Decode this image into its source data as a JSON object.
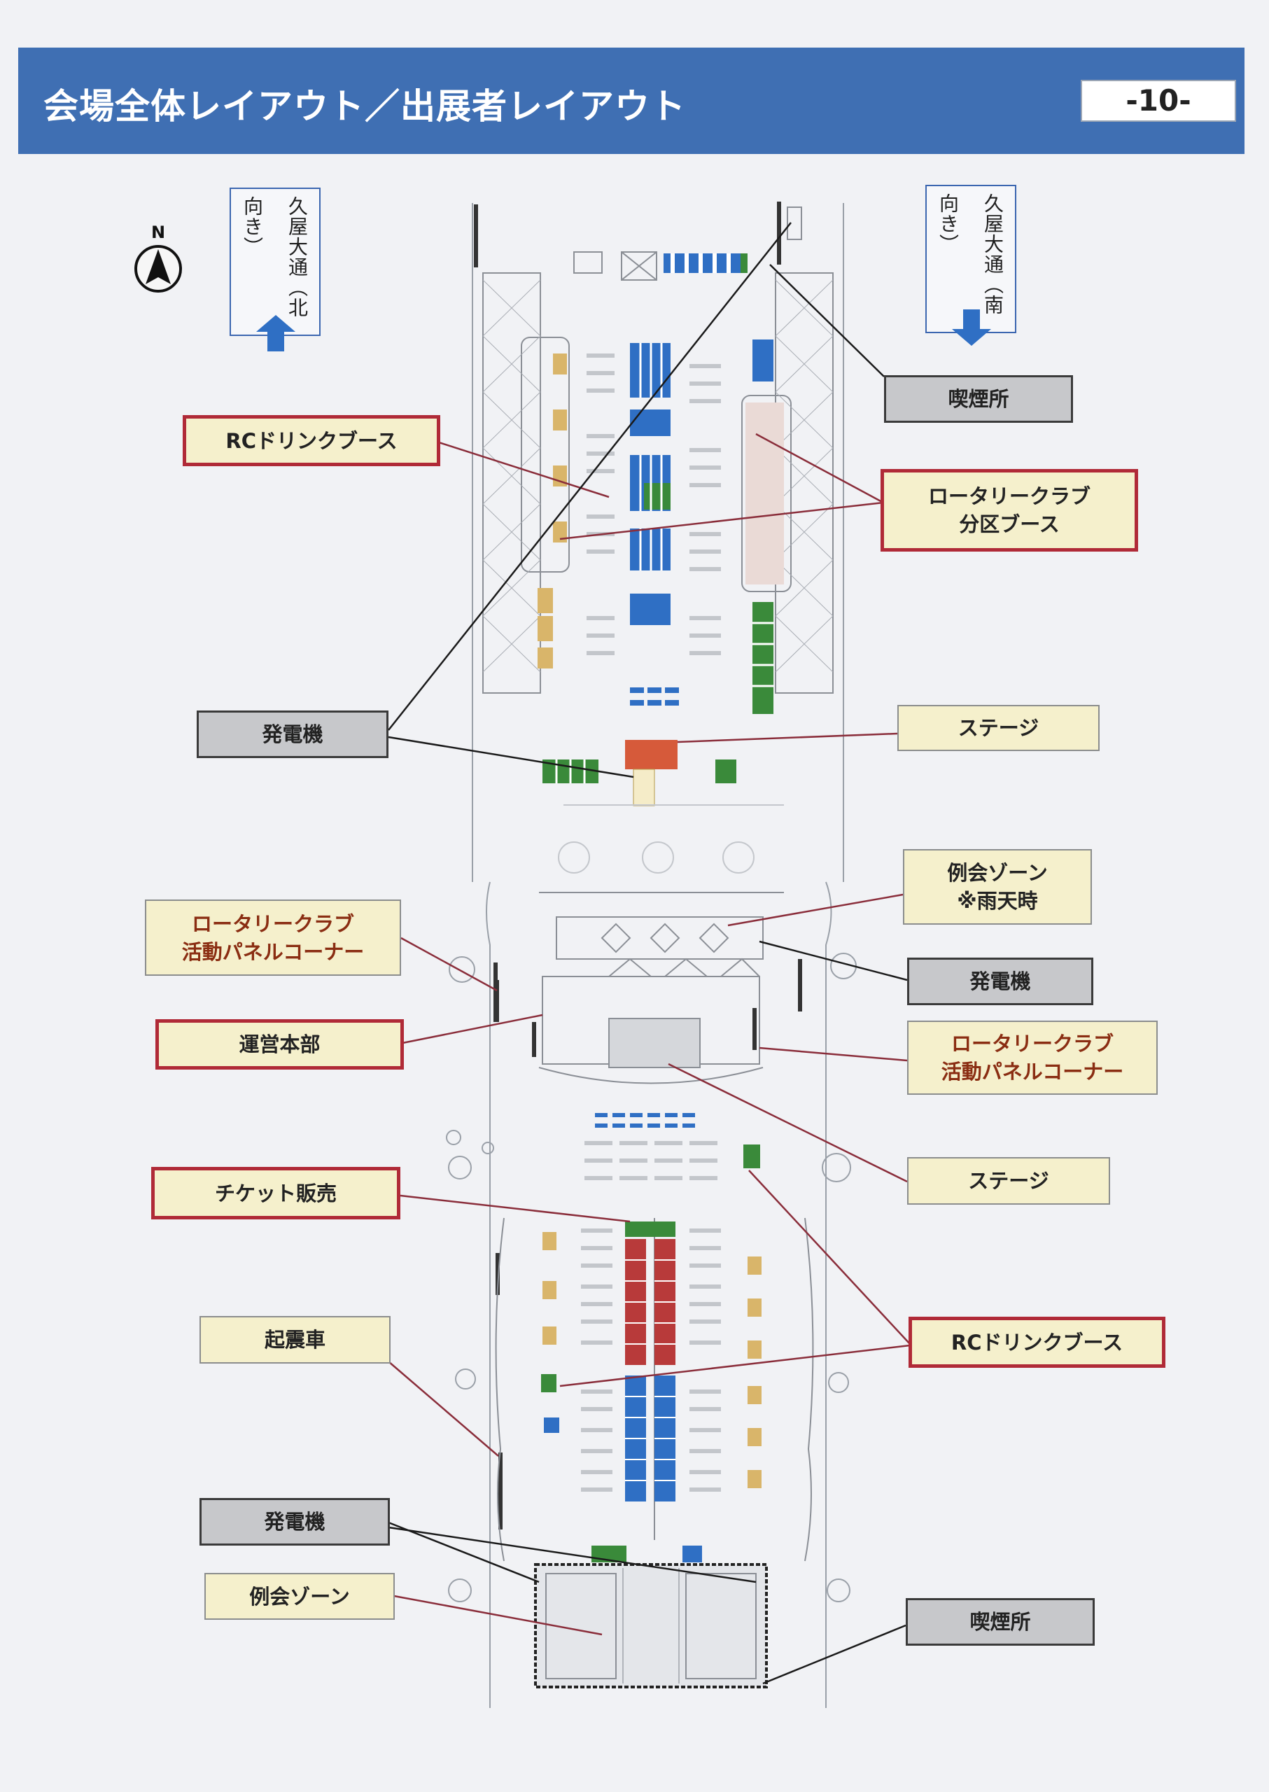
{
  "header": {
    "title": "会場全体レイアウト／出展者レイアウト",
    "page": "-10-"
  },
  "compass": {
    "north": "N"
  },
  "directions": {
    "north_road": "久屋大通（北向き）",
    "south_road": "久屋大通（南向き）"
  },
  "callouts": {
    "smoking_1": "喫煙所",
    "rc_drink_1": "RCドリンクブース",
    "rotary_branch": "ロータリークラブ\n分区ブース",
    "generator_1": "発電機",
    "stage_1": "ステージ",
    "reikai_rain": "例会ゾーン\n※雨天時",
    "rotary_panel_left": "ロータリークラブ\n活動パネルコーナー",
    "generator_2": "発電機",
    "hq": "運営本部",
    "rotary_panel_right": "ロータリークラブ\n活動パネルコーナー",
    "ticket": "チケット販売",
    "stage_2": "ステージ",
    "quake_car": "起震車",
    "rc_drink_2": "RCドリンクブース",
    "generator_3": "発電機",
    "reikai_zone": "例会ゾーン",
    "smoking_2": "喫煙所"
  },
  "colors": {
    "header": "#3f6fb3",
    "booth_blue": "#2f6fc4",
    "booth_green": "#3a8a3a",
    "booth_red": "#b83a3a",
    "booth_tan": "#d9b56a",
    "stage": "#d65a3a",
    "callout_border_red": "#b02a37"
  }
}
